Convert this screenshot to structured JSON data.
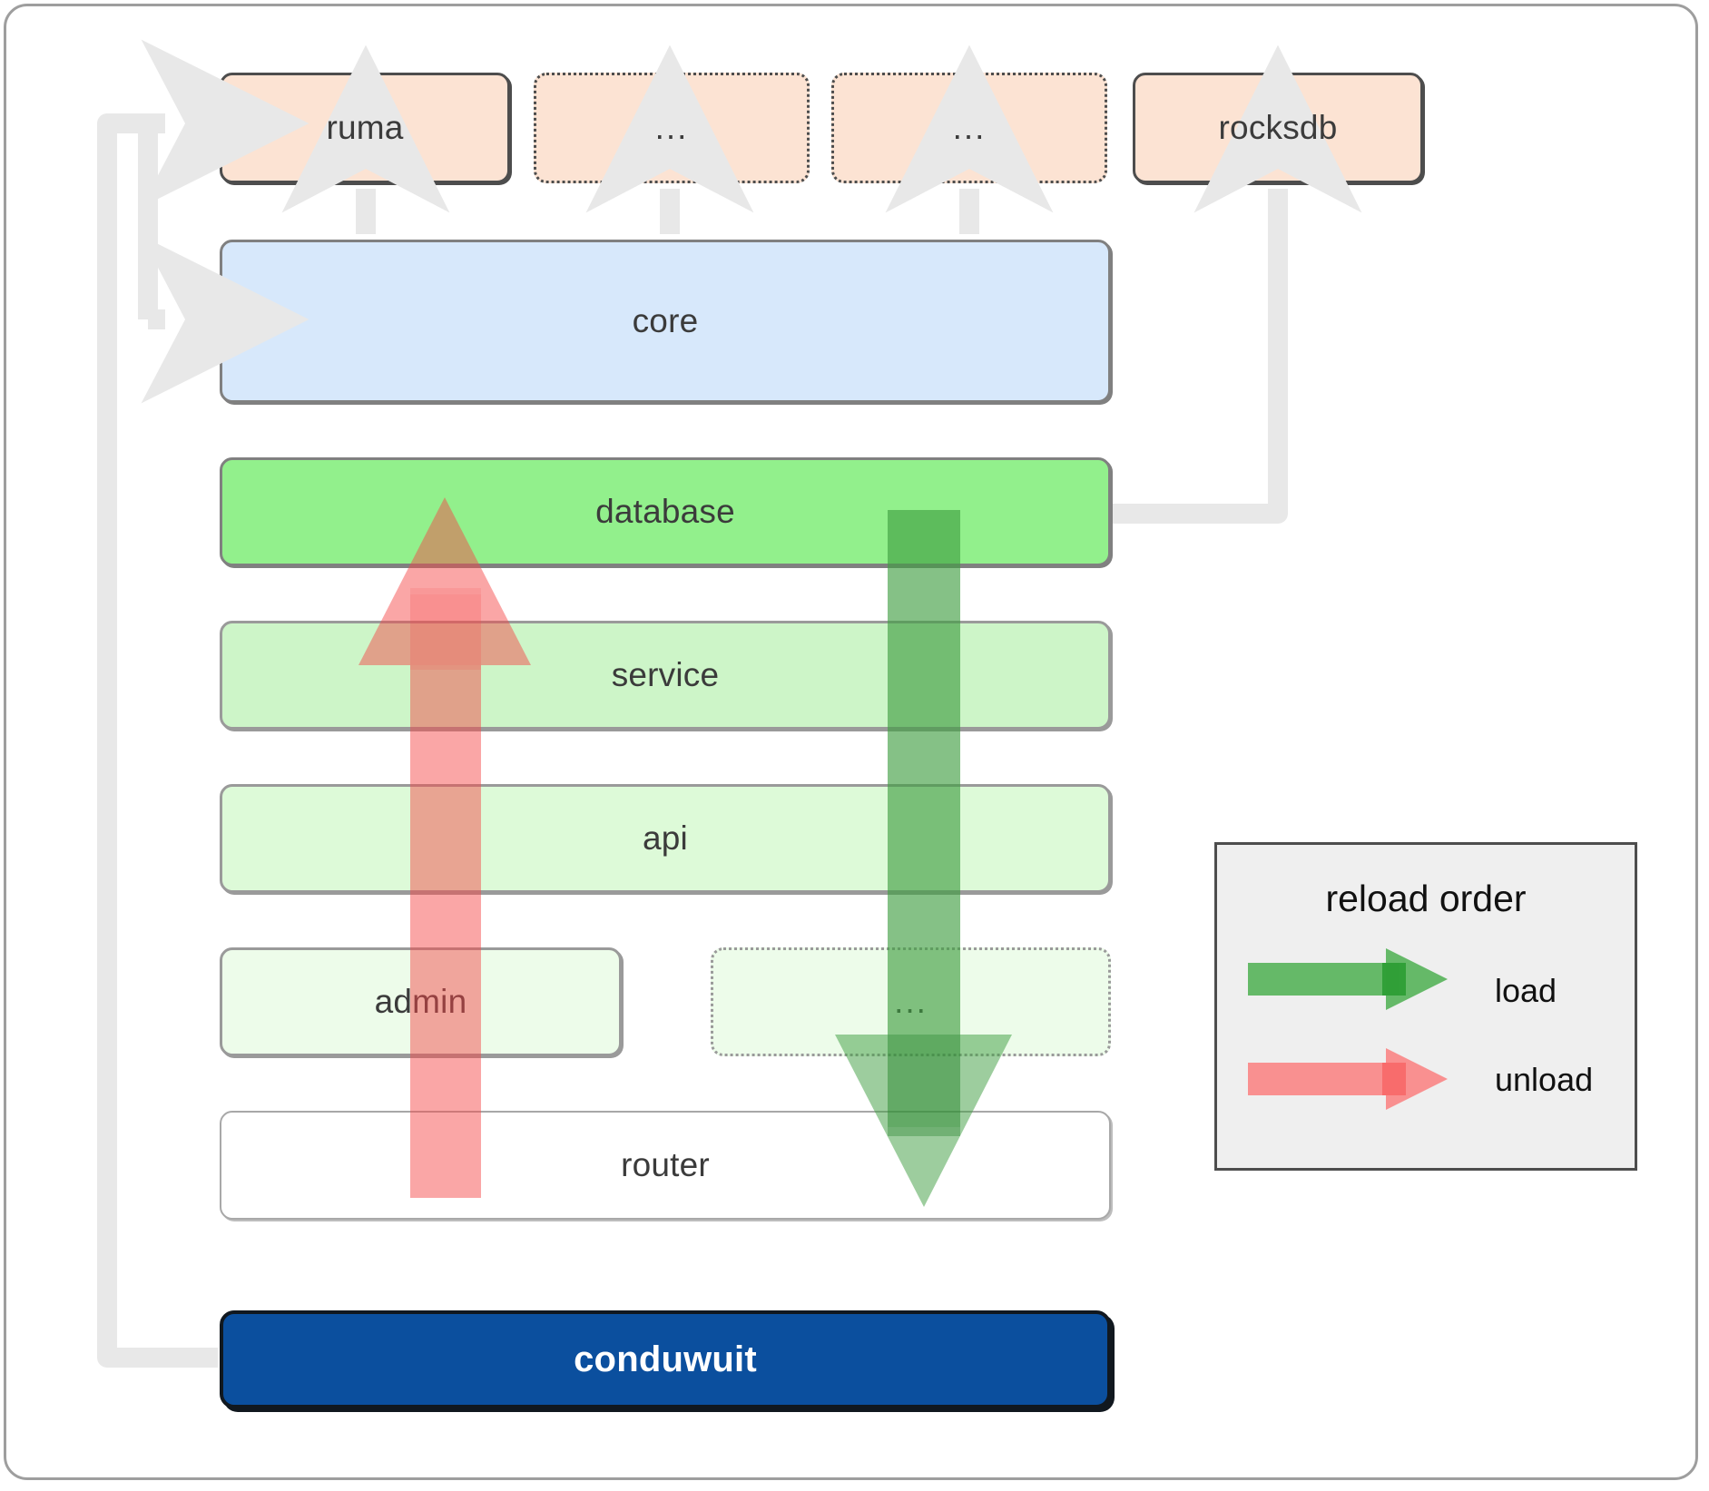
{
  "diagram": {
    "title": "conduwuit crate dependency and reload order diagram",
    "dependencies": [
      {
        "id": "ruma",
        "label": "ruma",
        "style": "solid"
      },
      {
        "id": "dep2",
        "label": "...",
        "style": "dotted"
      },
      {
        "id": "dep3",
        "label": "...",
        "style": "dotted"
      },
      {
        "id": "rocksdb",
        "label": "rocksdb",
        "style": "solid"
      }
    ],
    "layers": [
      {
        "id": "core",
        "label": "core",
        "color": "#d7e8fb"
      },
      {
        "id": "database",
        "label": "database",
        "color": "#92f08c"
      },
      {
        "id": "service",
        "label": "service",
        "color": "#cdf5c8"
      },
      {
        "id": "api",
        "label": "api",
        "color": "#ddfad8"
      },
      {
        "id": "admin",
        "label": "admin",
        "color": "#edfcea"
      },
      {
        "id": "dots",
        "label": "...",
        "color": "#edfcea"
      },
      {
        "id": "router",
        "label": "router",
        "color": "#ffffff"
      }
    ],
    "root": {
      "id": "conduwuit",
      "label": "conduwuit",
      "color": "#0b4f9e"
    },
    "legend": {
      "title": "reload order",
      "entries": [
        {
          "id": "load",
          "label": "load",
          "color": "#4caf50"
        },
        {
          "id": "unload",
          "label": "unload",
          "color": "#f98a8a"
        }
      ]
    },
    "colors": {
      "dependency_fill": "#fce3d3",
      "core_fill": "#d7e8fb",
      "database_fill": "#92f08c",
      "root_fill": "#0b4f9e",
      "connector": "#e8e8e8",
      "load_arrow": "#4caf50",
      "unload_arrow": "#f98a8a",
      "legend_bg": "#efefef"
    }
  }
}
